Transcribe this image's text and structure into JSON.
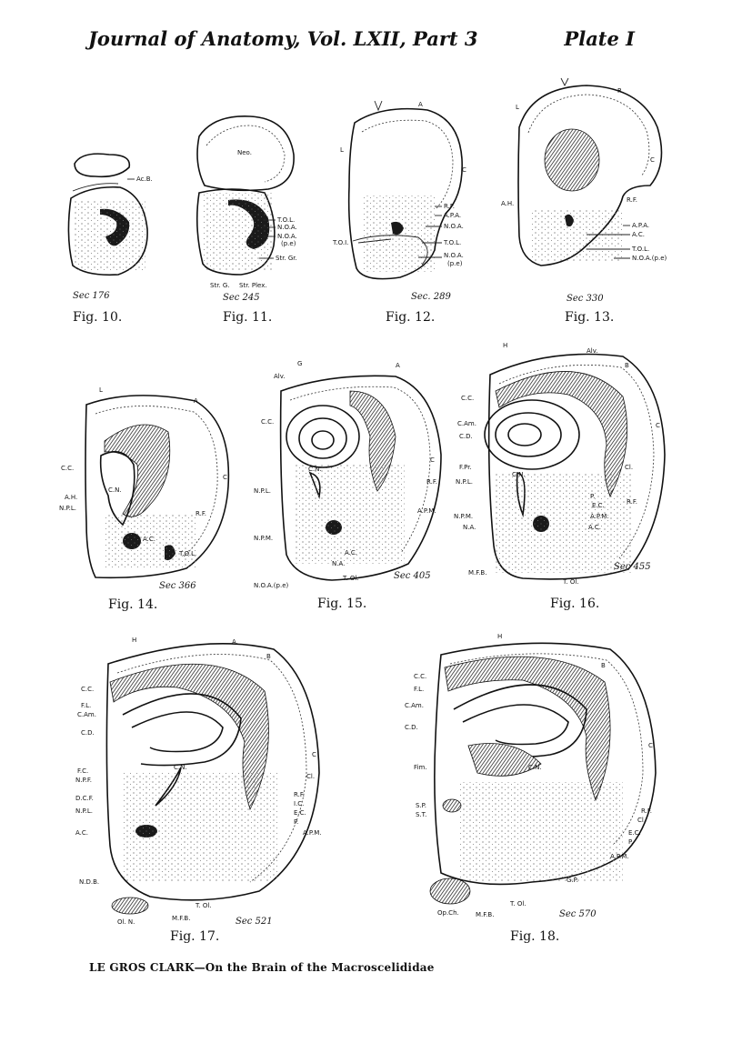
{
  "header": {
    "journal": "Journal of Anatomy, Vol. LXII, Part 3",
    "plate": "Plate I"
  },
  "footer": "LE GROS CLARK—On the Brain of the Macroscelididae",
  "figures": [
    {
      "caption": "Fig. 10.",
      "section": "Sec 176",
      "labels": [
        "Ac.B."
      ]
    },
    {
      "caption": "Fig. 11.",
      "section": "Sec 245",
      "labels": [
        "Neo.",
        "T.O.L.",
        "N.O.A.",
        "N.O.A.",
        "(p.e)",
        "Str. Gr.",
        "Str. G.",
        "Str. Plex."
      ]
    },
    {
      "caption": "Fig. 12.",
      "section": "Sec. 289",
      "labels": [
        "A",
        "L",
        "C",
        "R.F.",
        "A.P.A.",
        "N.O.A.",
        "T.O.L.",
        "N.O.A.",
        "(p.e)",
        "T.O.I."
      ]
    },
    {
      "caption": "Fig. 13.",
      "section": "Sec 330",
      "labels": [
        "R",
        "L",
        "C",
        "A.H.",
        "R.F.",
        "A.P.A.",
        "A.C.",
        "T.O.L.",
        "N.O.A.(p.e)"
      ]
    },
    {
      "caption": "Fig. 14.",
      "section": "Sec 366",
      "labels": [
        "L",
        "A",
        "C.C.",
        "C.N.",
        "A.H.",
        "N.P.L.",
        "C",
        "R.F.",
        "A.C.",
        "T.O.L."
      ]
    },
    {
      "caption": "Fig. 15.",
      "section": "Sec 405",
      "labels": [
        "G",
        "A",
        "Alv.",
        "C.C.",
        "C.N.",
        "C",
        "N.P.L.",
        "R.F.",
        "A.P.M.",
        "N.P.M.",
        "A.C.",
        "N.A.",
        "N.O.A.(p.e)",
        "T. Ol."
      ]
    },
    {
      "caption": "Fig. 16.",
      "section": "Sec 455",
      "labels": [
        "H",
        "Alv.",
        "B",
        "C.C.",
        "C.Am.",
        "C.D.",
        "C",
        "F.Pr.",
        "N.P.L.",
        "C.N.",
        "Cl.",
        "R.F.",
        "P.",
        "E.C.",
        "A.P.M.",
        "N.P.M.",
        "N.A.",
        "A.C.",
        "M.F.B.",
        "T. Ol."
      ]
    },
    {
      "caption": "Fig. 17.",
      "section": "Sec 521",
      "labels": [
        "H",
        "A.",
        "B",
        "C.C.",
        "F.L.",
        "C.Am.",
        "C.D.",
        "C",
        "C.N.",
        "Cl.",
        "F.C.",
        "N.P.F.",
        "D.C.F.",
        "N.P.L.",
        "R.F.",
        "I.C.",
        "E.C.",
        "P.",
        "A.C.",
        "A.P.M.",
        "N.D.B.",
        "Ol. N.",
        "M.F.B.",
        "T. Ol."
      ]
    },
    {
      "caption": "Fig. 18.",
      "section": "Sec 570",
      "labels": [
        "H",
        "B",
        "C.C.",
        "F.L.",
        "C.Am.",
        "C.D.",
        "C",
        "Fim.",
        "C.N.",
        "S.P.",
        "S.T.",
        "R.F.",
        "Cl.",
        "E.C.",
        "P.",
        "A.P.M.",
        "G.P.",
        "Op.Ch.",
        "M.F.B.",
        "T. Ol."
      ]
    }
  ]
}
